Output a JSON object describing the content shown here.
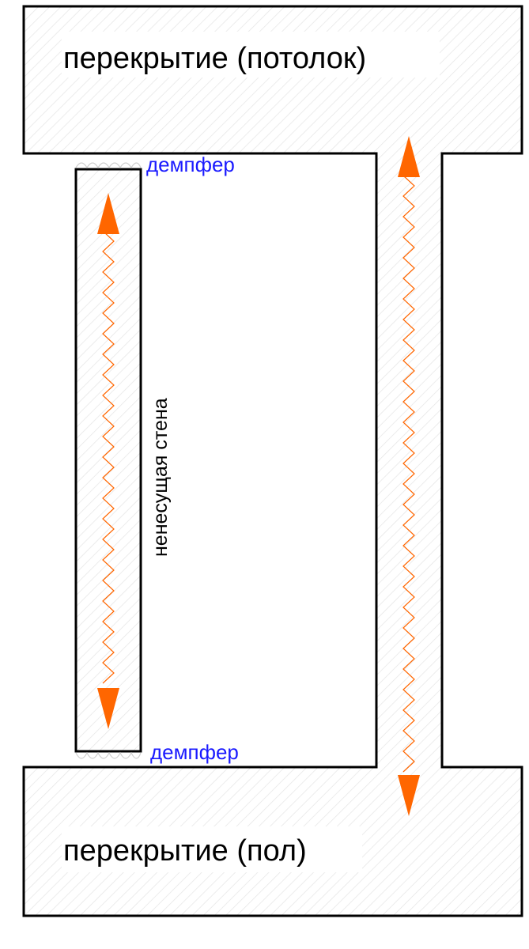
{
  "labels": {
    "ceiling_slab": "перекрытие (потолок)",
    "floor_slab": "перекрытие (пол)",
    "damper_top": "демпфер",
    "damper_bottom": "демпфер",
    "partition_wall": "ненесущая стена"
  },
  "colors": {
    "outline": "#000000",
    "arrow": "#ff6600",
    "damper_text": "#1a1aff",
    "hatch": "#e6e6e6"
  },
  "icons": {
    "arrow_up": "arrow-up-icon",
    "arrow_down": "arrow-down-icon",
    "zigzag": "zigzag-line-icon"
  }
}
